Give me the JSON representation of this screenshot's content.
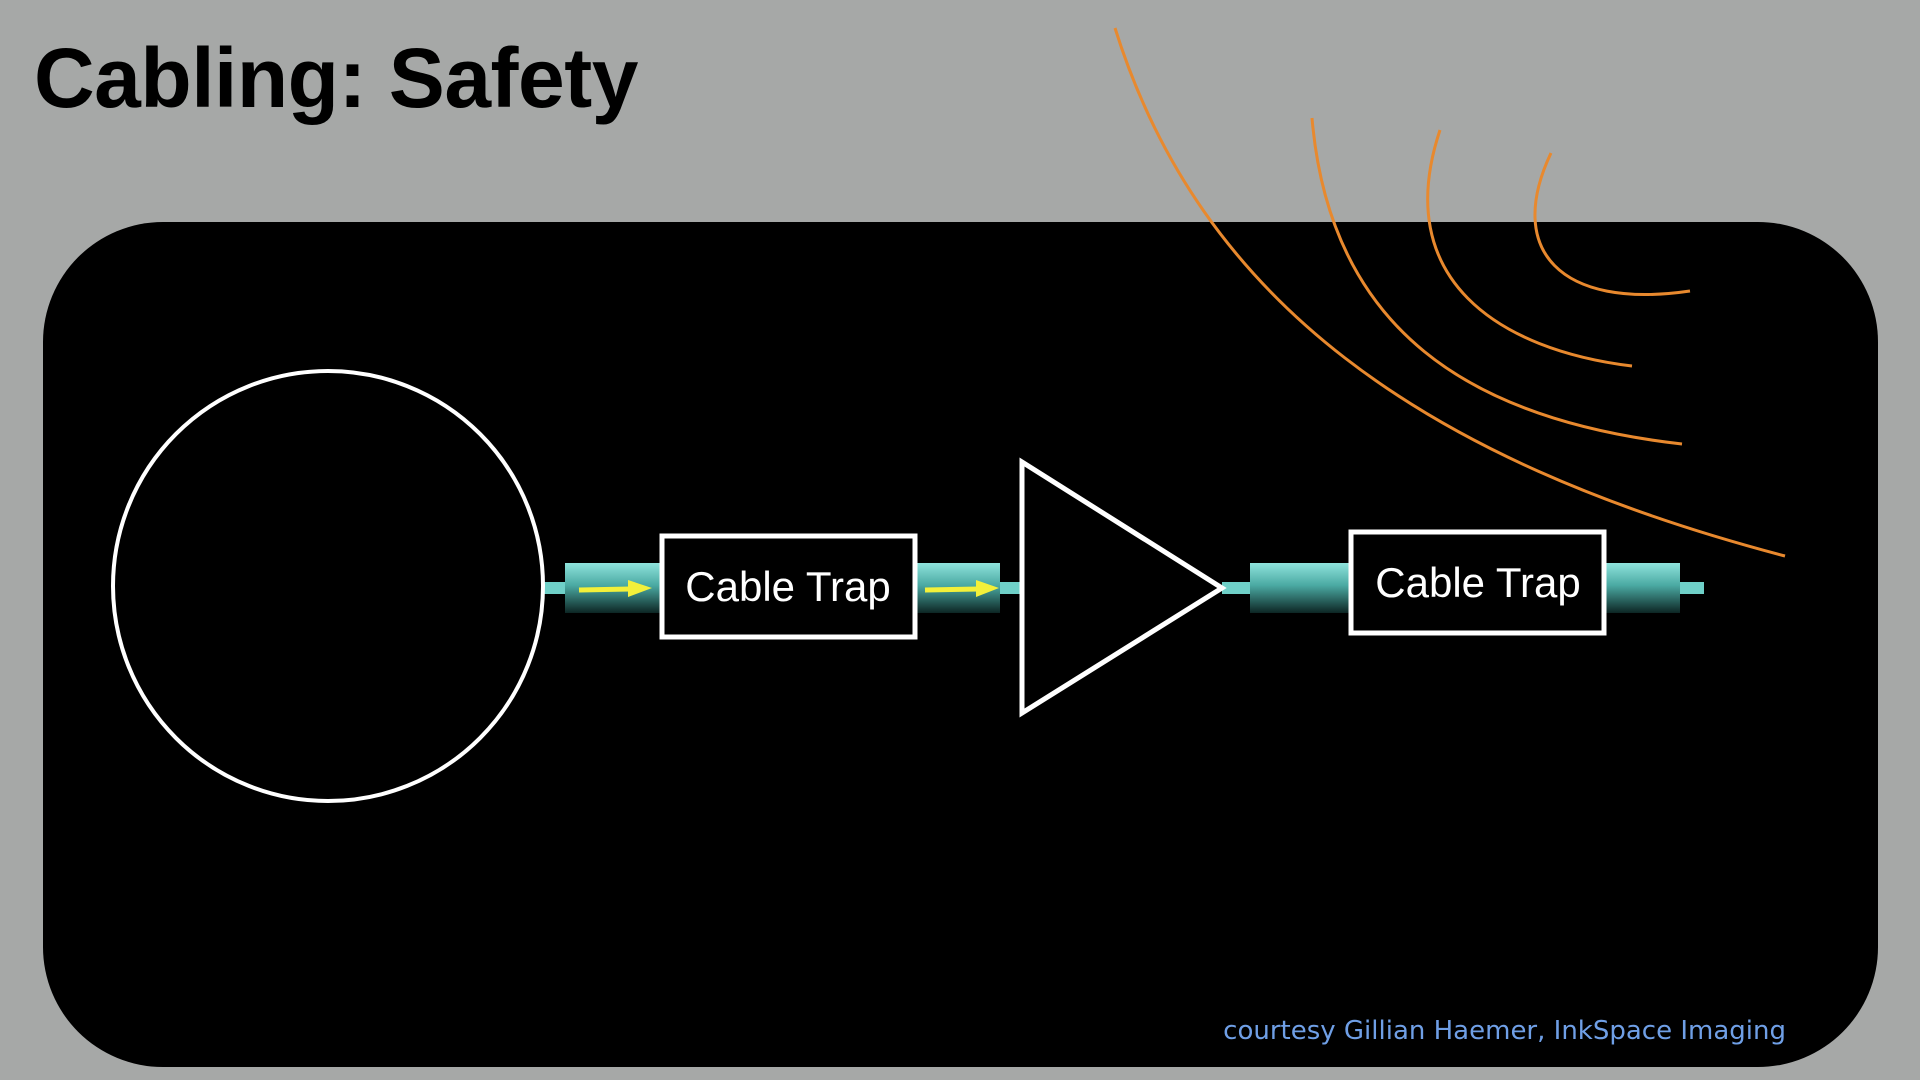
{
  "slide": {
    "title": "Cabling: Safety",
    "credit": "courtesy Gillian Haemer, InkSpace Imaging"
  },
  "diagram": {
    "nodes": [
      {
        "id": "coil",
        "shape": "circle"
      },
      {
        "id": "cable-trap-1",
        "shape": "rectangle",
        "label": "Cable Trap"
      },
      {
        "id": "amplifier",
        "shape": "triangle"
      },
      {
        "id": "cable-trap-2",
        "shape": "rectangle",
        "label": "Cable Trap"
      }
    ],
    "connections": [
      {
        "from": "coil",
        "to": "cable-trap-1",
        "arrow": true
      },
      {
        "from": "cable-trap-1",
        "to": "amplifier",
        "arrow": true
      },
      {
        "from": "amplifier",
        "to": "cable-trap-2",
        "arrow": false
      }
    ],
    "field_lines": 4,
    "colors": {
      "background": "#a6a8a7",
      "panel": "#000000",
      "outline": "#ffffff",
      "cable": "#6fd0c8",
      "arrow": "#f3f03a",
      "field_lines": "#e8892e",
      "credit": "#6f9fe6"
    }
  }
}
